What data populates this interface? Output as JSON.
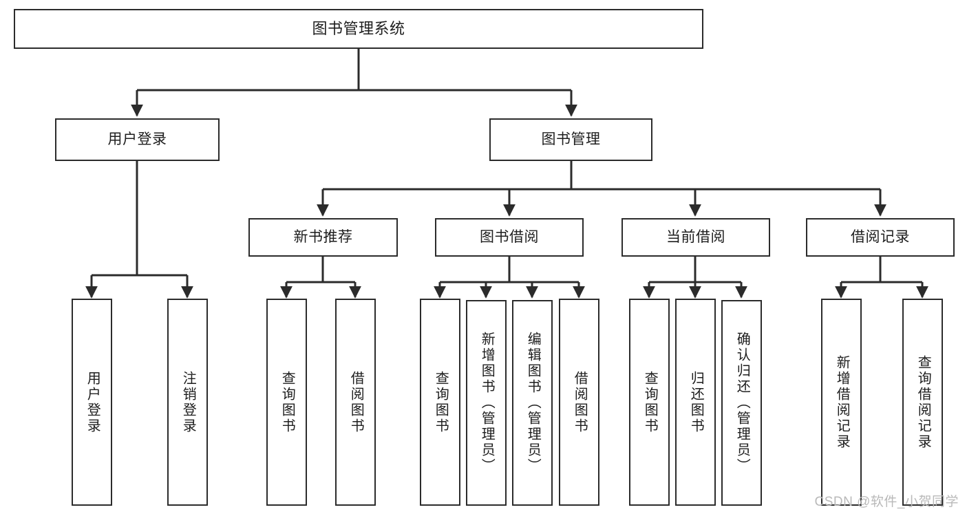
{
  "diagram": {
    "title": "图书管理系统",
    "watermark": "CSDN @软件_小贺同学",
    "colors": {
      "box_border": "#2b2b2b",
      "box_fill": "#ffffff",
      "connector": "#2b2b2b",
      "text": "#1d1d1d",
      "watermark": "#b9b9b9",
      "background": "#ffffff"
    },
    "type": "tree-hierarchy",
    "orientation": "top-down"
  },
  "nodes": {
    "root": {
      "label": "图书管理系统",
      "level": 1
    },
    "level2": [
      {
        "id": "user-login",
        "label": "用户登录",
        "level": 2
      },
      {
        "id": "book-manage",
        "label": "图书管理",
        "level": 2
      }
    ],
    "level3": [
      {
        "id": "new-book-rec",
        "label": "新书推荐",
        "level": 3,
        "parent": "book-manage"
      },
      {
        "id": "book-borrow",
        "label": "图书借阅",
        "level": 3,
        "parent": "book-manage"
      },
      {
        "id": "current-borrow",
        "label": "当前借阅",
        "level": 3,
        "parent": "book-manage"
      },
      {
        "id": "borrow-record",
        "label": "借阅记录",
        "level": 3,
        "parent": "book-manage"
      }
    ],
    "leaves": [
      {
        "id": "leaf-user-login",
        "label": "用户登录",
        "parent": "user-login"
      },
      {
        "id": "leaf-user-logout",
        "label": "注销登录",
        "parent": "user-login"
      },
      {
        "id": "leaf-rec-query",
        "label": "查询图书",
        "parent": "new-book-rec"
      },
      {
        "id": "leaf-rec-borrow",
        "label": "借阅图书",
        "parent": "new-book-rec"
      },
      {
        "id": "leaf-bb-query",
        "label": "查询图书",
        "parent": "book-borrow"
      },
      {
        "id": "leaf-bb-add",
        "label": "新增图书（管理员）",
        "parent": "book-borrow"
      },
      {
        "id": "leaf-bb-edit",
        "label": "编辑图书（管理员）",
        "parent": "book-borrow"
      },
      {
        "id": "leaf-bb-borrow",
        "label": "借阅图书",
        "parent": "book-borrow"
      },
      {
        "id": "leaf-cb-query",
        "label": "查询图书",
        "parent": "current-borrow"
      },
      {
        "id": "leaf-cb-return",
        "label": "归还图书",
        "parent": "current-borrow"
      },
      {
        "id": "leaf-cb-confirm",
        "label": "确认归还（管理员）",
        "parent": "current-borrow"
      },
      {
        "id": "leaf-br-add",
        "label": "新增借阅记录",
        "parent": "borrow-record"
      },
      {
        "id": "leaf-br-query",
        "label": "查询借阅记录",
        "parent": "borrow-record"
      }
    ]
  }
}
